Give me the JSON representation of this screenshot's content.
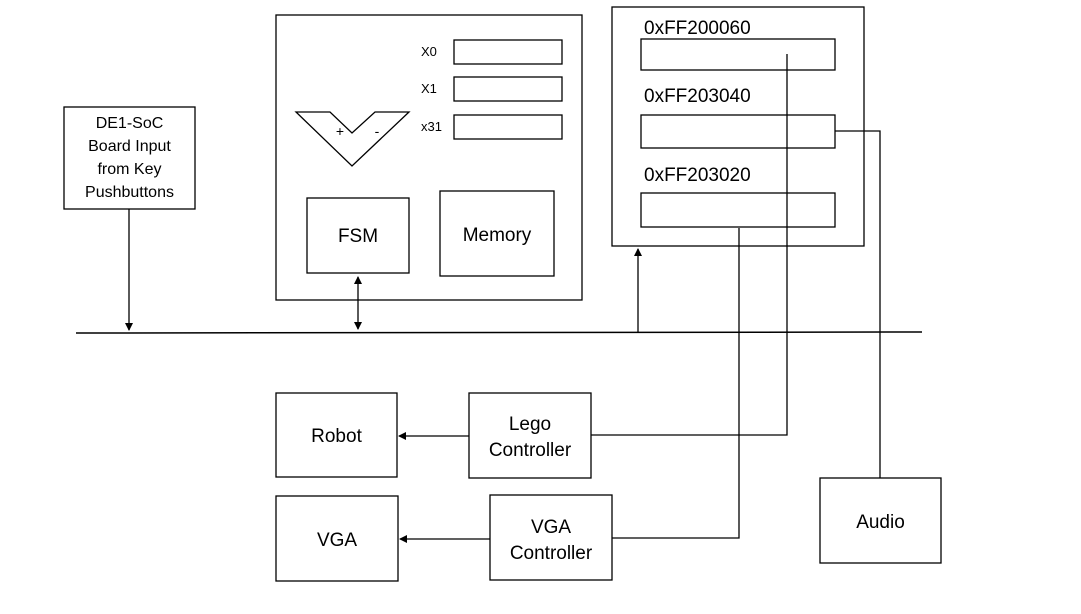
{
  "key_input_box": {
    "lines": [
      "DE1-SoC",
      "Board Input",
      "from Key",
      "Pushbuttons"
    ]
  },
  "processor": {
    "registers": [
      {
        "name": "X0"
      },
      {
        "name": "X1"
      },
      {
        "name": "x31"
      }
    ],
    "alu": {
      "plus": "+",
      "minus": "-"
    },
    "fsm": "FSM",
    "memory": "Memory"
  },
  "io_block": {
    "addresses": [
      "0xFF200060",
      "0xFF203040",
      "0xFF203020"
    ]
  },
  "lego_controller": {
    "lines": [
      "Lego",
      "Controller"
    ]
  },
  "robot": "Robot",
  "vga_controller": {
    "lines": [
      "VGA",
      "Controller"
    ]
  },
  "vga": "VGA",
  "audio": "Audio",
  "colors": {
    "stroke": "#000000",
    "background": "#ffffff"
  }
}
